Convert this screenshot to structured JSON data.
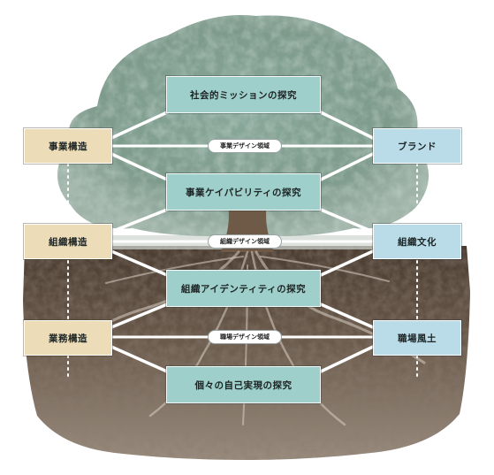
{
  "center_boxes": [
    {
      "id": "social-mission",
      "label": "社会的ミッションの探究"
    },
    {
      "id": "business-capability",
      "label": "事業ケイパビリティの探究"
    },
    {
      "id": "organization-identity",
      "label": "組織アイデンティティの探究"
    },
    {
      "id": "self-actualization",
      "label": "個々の自己実現の探究"
    }
  ],
  "left_boxes": [
    {
      "id": "business-structure",
      "label": "事業構造"
    },
    {
      "id": "organization-structure",
      "label": "組織構造"
    },
    {
      "id": "operations-structure",
      "label": "業務構造"
    }
  ],
  "right_boxes": [
    {
      "id": "brand",
      "label": "ブランド"
    },
    {
      "id": "organization-culture",
      "label": "組織文化"
    },
    {
      "id": "workplace-culture",
      "label": "職場風土"
    }
  ],
  "design_domains": [
    {
      "id": "business-design",
      "label": "事業デザイン領域"
    },
    {
      "id": "organization-design",
      "label": "組織デザイン領域"
    },
    {
      "id": "workplace-design",
      "label": "職場デザイン領域"
    }
  ],
  "colors": {
    "center_box": "#9fcfca",
    "left_box": "#ecdcb8",
    "right_box": "#b9dce8",
    "connector": "#ffffff",
    "foliage": "#7f9c8e",
    "soil": "#5c4c3e"
  }
}
